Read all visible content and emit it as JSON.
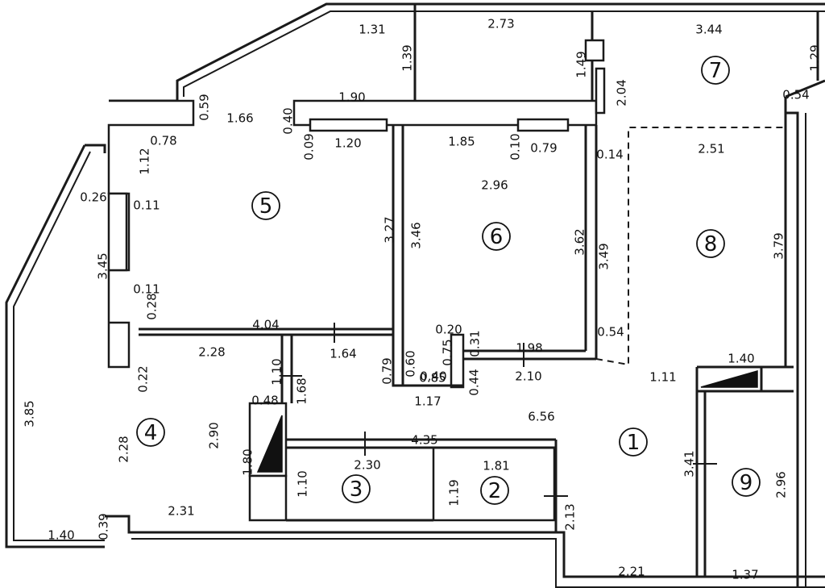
{
  "plan": {
    "rooms": [
      {
        "id": "room-1",
        "number": "1"
      },
      {
        "id": "room-2",
        "number": "2"
      },
      {
        "id": "room-3",
        "number": "3"
      },
      {
        "id": "room-4",
        "number": "4"
      },
      {
        "id": "room-5",
        "number": "5"
      },
      {
        "id": "room-6",
        "number": "6"
      },
      {
        "id": "room-7",
        "number": "7"
      },
      {
        "id": "room-8",
        "number": "8"
      },
      {
        "id": "room-9",
        "number": "9"
      }
    ],
    "dimensions": [
      "1.31",
      "1.39",
      "2.73",
      "3.44",
      "1.49",
      "1.29",
      "0.54",
      "2.04",
      "1.90",
      "0.59",
      "1.66",
      "0.40",
      "0.78",
      "0.09",
      "1.20",
      "1.85",
      "0.10",
      "0.79",
      "0.14",
      "2.51",
      "1.12",
      "2.96",
      "0.26",
      "0.11",
      "3.27",
      "3.46",
      "3.62",
      "3.49",
      "3.79",
      "3.45",
      "0.11",
      "0.28",
      "4.04",
      "0.20",
      "0.31",
      "0.54",
      "2.28",
      "1.64",
      "0.75",
      "1.98",
      "1.40",
      "0.60",
      "0.79",
      "0.40",
      "0.22",
      "1.10",
      "0.85",
      "0.44",
      "2.10",
      "1.11",
      "1.68",
      "1.17",
      "0.48",
      "6.56",
      "3.85",
      "2.90",
      "2.28",
      "4.35",
      "1.80",
      "2.30",
      "1.81",
      "3.41",
      "1.10",
      "1.19",
      "2.96",
      "2.13",
      "2.31",
      "0.39",
      "1.40",
      "2.21",
      "1.37"
    ]
  }
}
